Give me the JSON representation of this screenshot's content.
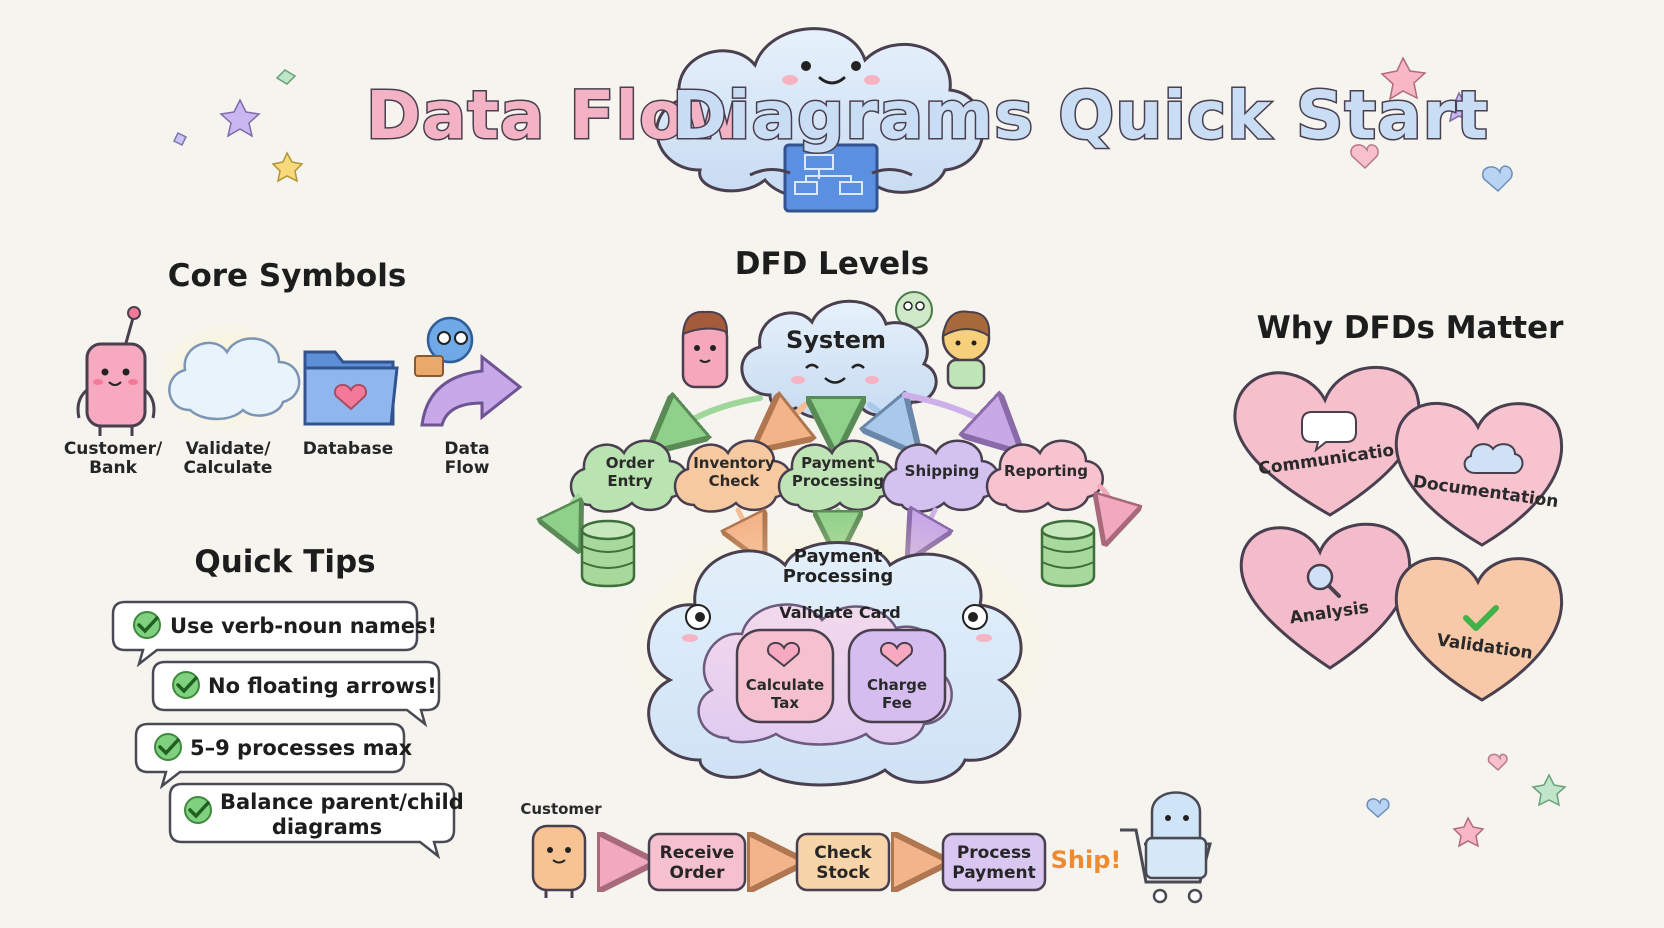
{
  "title": {
    "part1": "Data Flow",
    "part2": "Diagrams Quick Start"
  },
  "core_symbols": {
    "heading": "Core Symbols",
    "items": [
      {
        "line1": "Customer/",
        "line2": "Bank",
        "icon": "customer-bank-icon"
      },
      {
        "line1": "Validate/",
        "line2": "Calculate",
        "icon": "process-cloud-icon"
      },
      {
        "line1": "Database",
        "line2": "",
        "icon": "database-folder-icon"
      },
      {
        "line1": "Data",
        "line2": "Flow",
        "icon": "data-flow-arrow-icon"
      }
    ]
  },
  "quick_tips": {
    "heading": "Quick Tips",
    "items": [
      {
        "line1": "Use verb-noun names!",
        "line2": ""
      },
      {
        "line1": "No floating arrows!",
        "line2": ""
      },
      {
        "line1": "5–9 processes max",
        "line2": ""
      },
      {
        "line1": "Balance parent/child",
        "line2": "diagrams"
      }
    ]
  },
  "dfd_levels": {
    "heading": "DFD Levels",
    "system": "System",
    "subprocesses": [
      {
        "line1": "Order",
        "line2": "Entry",
        "color": "#b9e3b0"
      },
      {
        "line1": "Inventory",
        "line2": "Check",
        "color": "#f7c9a1"
      },
      {
        "line1": "Payment",
        "line2": "Processing",
        "color": "#bfe4b5"
      },
      {
        "line1": "Shipping",
        "line2": "",
        "color": "#d3c1ef"
      },
      {
        "line1": "Reporting",
        "line2": "",
        "color": "#f6c3cf"
      }
    ],
    "detail": {
      "title_line1": "Payment",
      "title_line2": "Processing",
      "inner_title": "Validate Card",
      "leaf1_line1": "Calculate",
      "leaf1_line2": "Tax",
      "leaf2_line1": "Charge",
      "leaf2_line2": "Fee"
    }
  },
  "flow": {
    "actor": "Customer",
    "steps": [
      {
        "line1": "Receive",
        "line2": "Order",
        "color": "#f6c1cf"
      },
      {
        "line1": "Check",
        "line2": "Stock",
        "color": "#f8d4aa"
      },
      {
        "line1": "Process",
        "line2": "Payment",
        "color": "#d9c6f1"
      }
    ],
    "end": "Ship!"
  },
  "why": {
    "heading": "Why DFDs Matter",
    "items": [
      {
        "label": "Communication",
        "icon": "speech-bubble-icon",
        "color": "#f5c0cc"
      },
      {
        "label": "Documentation",
        "icon": "cloud-icon",
        "color": "#f6c3cf"
      },
      {
        "label": "Analysis",
        "icon": "magnifier-icon",
        "color": "#f4bccb"
      },
      {
        "label": "Validation",
        "icon": "check-icon",
        "color": "#f8c9a8"
      }
    ]
  },
  "colors": {
    "title_pink": "#f4b3c4",
    "title_blue": "#c9ddf5",
    "outline": "#4a3f4f",
    "check_green": "#43b14a",
    "ship_orange": "#ef8a2f"
  }
}
